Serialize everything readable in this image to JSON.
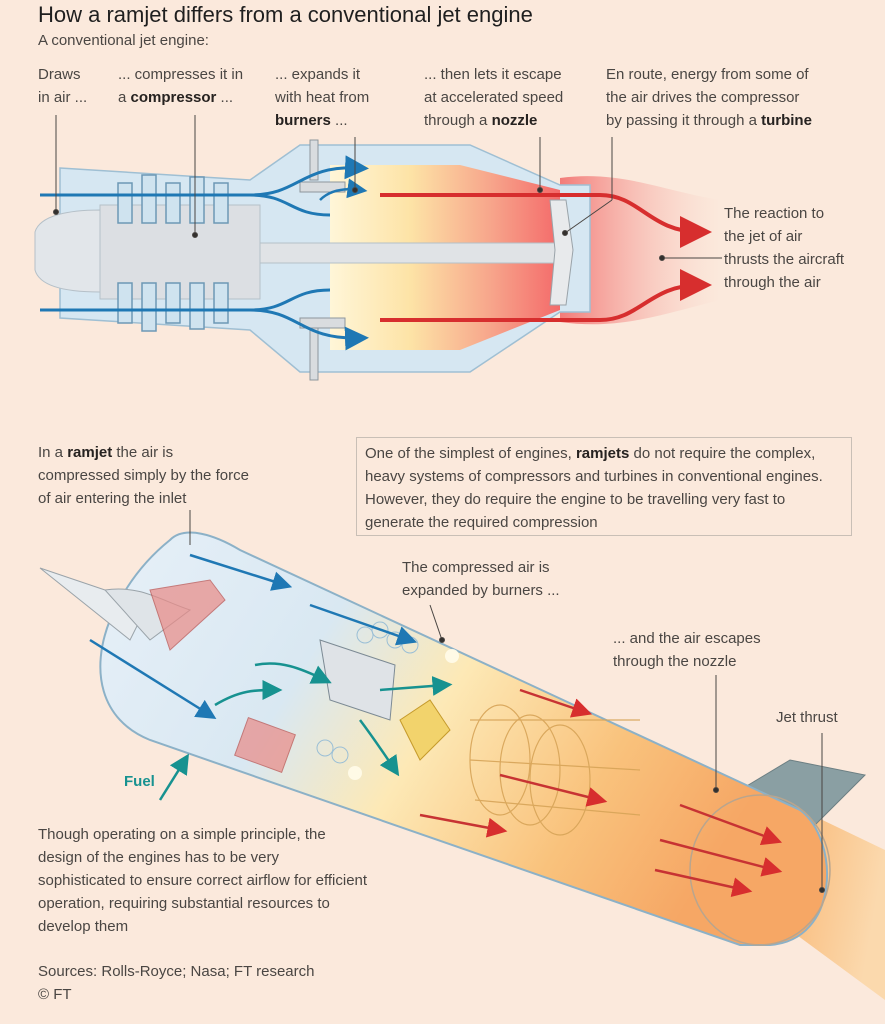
{
  "title": "How a ramjet differs from a conventional jet engine",
  "subtitle": "A conventional jet engine:",
  "jet_labels": {
    "draws": [
      "Draws",
      "in air ..."
    ],
    "compresses_pre": "... compresses it in",
    "compresses_a": "a ",
    "compresses_bold": "compressor",
    "compresses_post": " ...",
    "expands_1": "... expands it",
    "expands_2": "with heat from",
    "expands_bold": "burners",
    "expands_post": " ...",
    "escape_1": "... then lets it escape",
    "escape_2": "at accelerated speed",
    "escape_pre": "through a ",
    "escape_bold": "nozzle",
    "turbine_1": "En route, energy from some of",
    "turbine_2": "the air drives the compressor",
    "turbine_pre": "by passing it through a ",
    "turbine_bold": "turbine",
    "reaction": [
      "The reaction to",
      "the jet of air",
      "thrusts the aircraft",
      "through the air"
    ]
  },
  "ramjet_labels": {
    "intro_pre": "In a ",
    "intro_bold": "ramjet",
    "intro_post": " the air is",
    "intro_2": "compressed simply by the force",
    "intro_3": "of air entering the inlet",
    "box_pre": "One of the simplest of engines, ",
    "box_bold": "ramjets",
    "box_post": " do not require the complex, heavy systems of compressors and turbines in conventional engines. However, they do require the engine to be travelling very fast to generate the required compression",
    "compressed": [
      "The compressed air is",
      "expanded by burners ..."
    ],
    "escapes": [
      "... and the air escapes",
      "through the nozzle"
    ],
    "thrust": "Jet thrust",
    "fuel": "Fuel",
    "note": "Though operating on a simple principle, the design of the engines has to be very sophisticated to ensure correct airflow for efficient operation, requiring substantial resources to develop them"
  },
  "sources": "Sources: Rolls-Royce; Nasa; FT research",
  "copyright": "© FT",
  "colors": {
    "background": "#fbe9dc",
    "cold_air": "#1f78b4",
    "hot_air": "#d72e2e",
    "fuel": "#179290",
    "engine_casing": "#cfe3ef"
  }
}
